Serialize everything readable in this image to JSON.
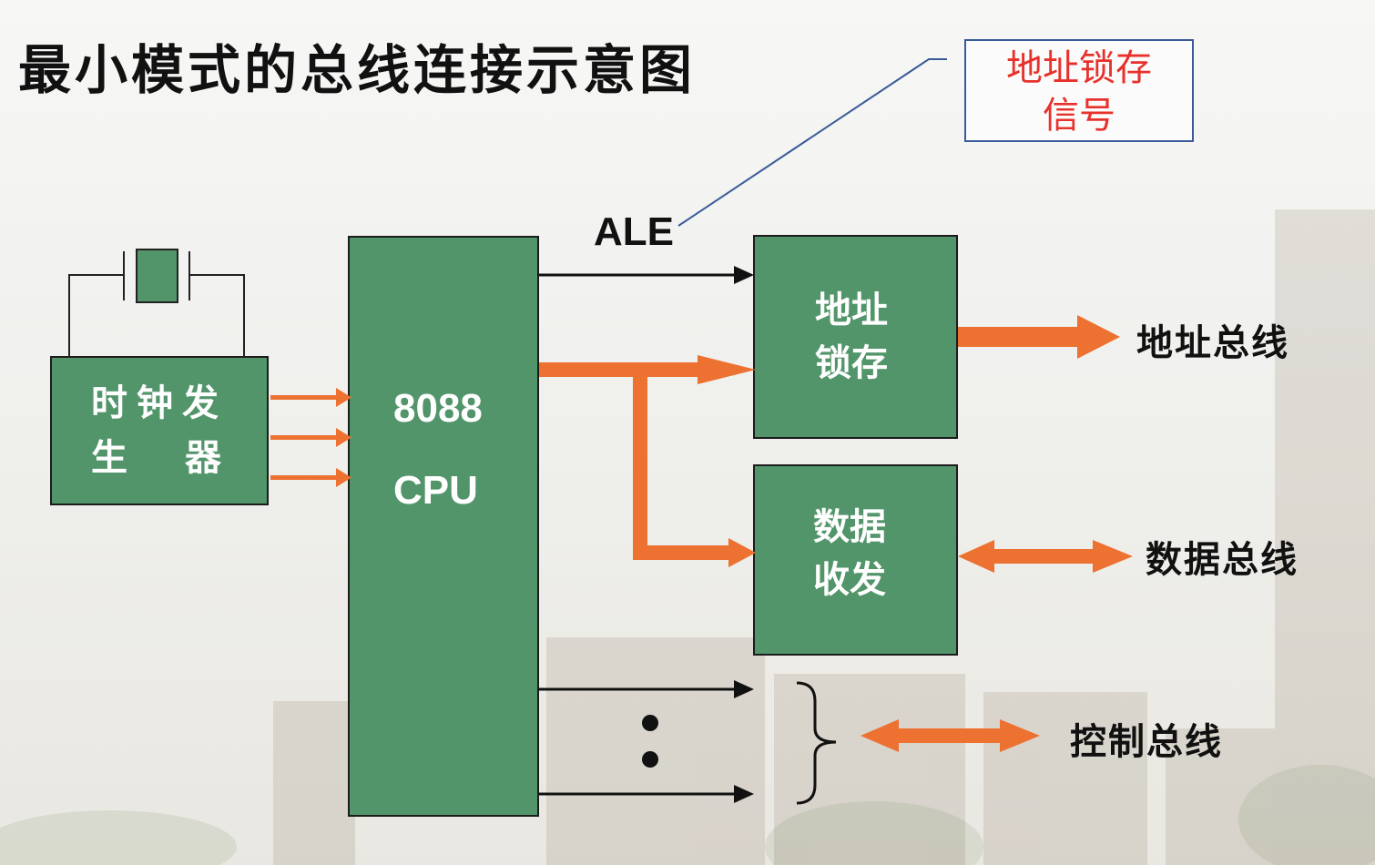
{
  "title": "最小模式的总线连接示意图",
  "callout": {
    "line1": "地址锁存",
    "line2": "信号"
  },
  "clock_gen": {
    "line1": "时钟发",
    "line2_a": "生",
    "line2_b": "器"
  },
  "cpu": {
    "line1": "8088",
    "line2": "CPU"
  },
  "signal_ale": "ALE",
  "address_latch": {
    "line1": "地址",
    "line2": "锁存"
  },
  "data_transceiver": {
    "line1": "数据",
    "line2": "收发"
  },
  "buses": {
    "address": "地址总线",
    "data": "数据总线",
    "control": "控制总线"
  },
  "colors": {
    "box_fill": "#52956a",
    "arrow_orange": "#ed7130",
    "callout_text": "#e8312b",
    "callout_border": "#3b5a9a"
  }
}
